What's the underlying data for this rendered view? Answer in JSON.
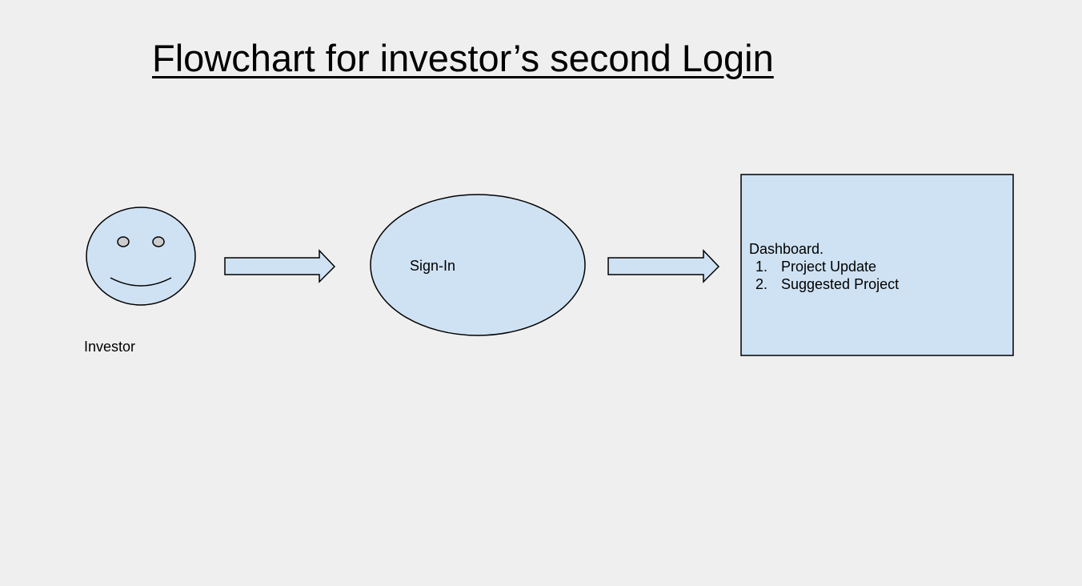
{
  "title": "Flowchart for investor’s second Login",
  "nodes": {
    "investor": {
      "label": "Investor",
      "icon": "smiley-face-icon"
    },
    "signin": {
      "label": "Sign-In"
    },
    "dashboard": {
      "heading": "Dashboard.",
      "items": [
        {
          "num": "1.",
          "text": "Project Update"
        },
        {
          "num": "2.",
          "text": "Suggested Project"
        }
      ]
    }
  },
  "edges": [
    {
      "from": "investor",
      "to": "signin"
    },
    {
      "from": "signin",
      "to": "dashboard"
    }
  ],
  "colors": {
    "background": "#efefef",
    "shape_fill": "#cfe2f3",
    "eye_fill": "#cccccc",
    "stroke": "#000000"
  }
}
